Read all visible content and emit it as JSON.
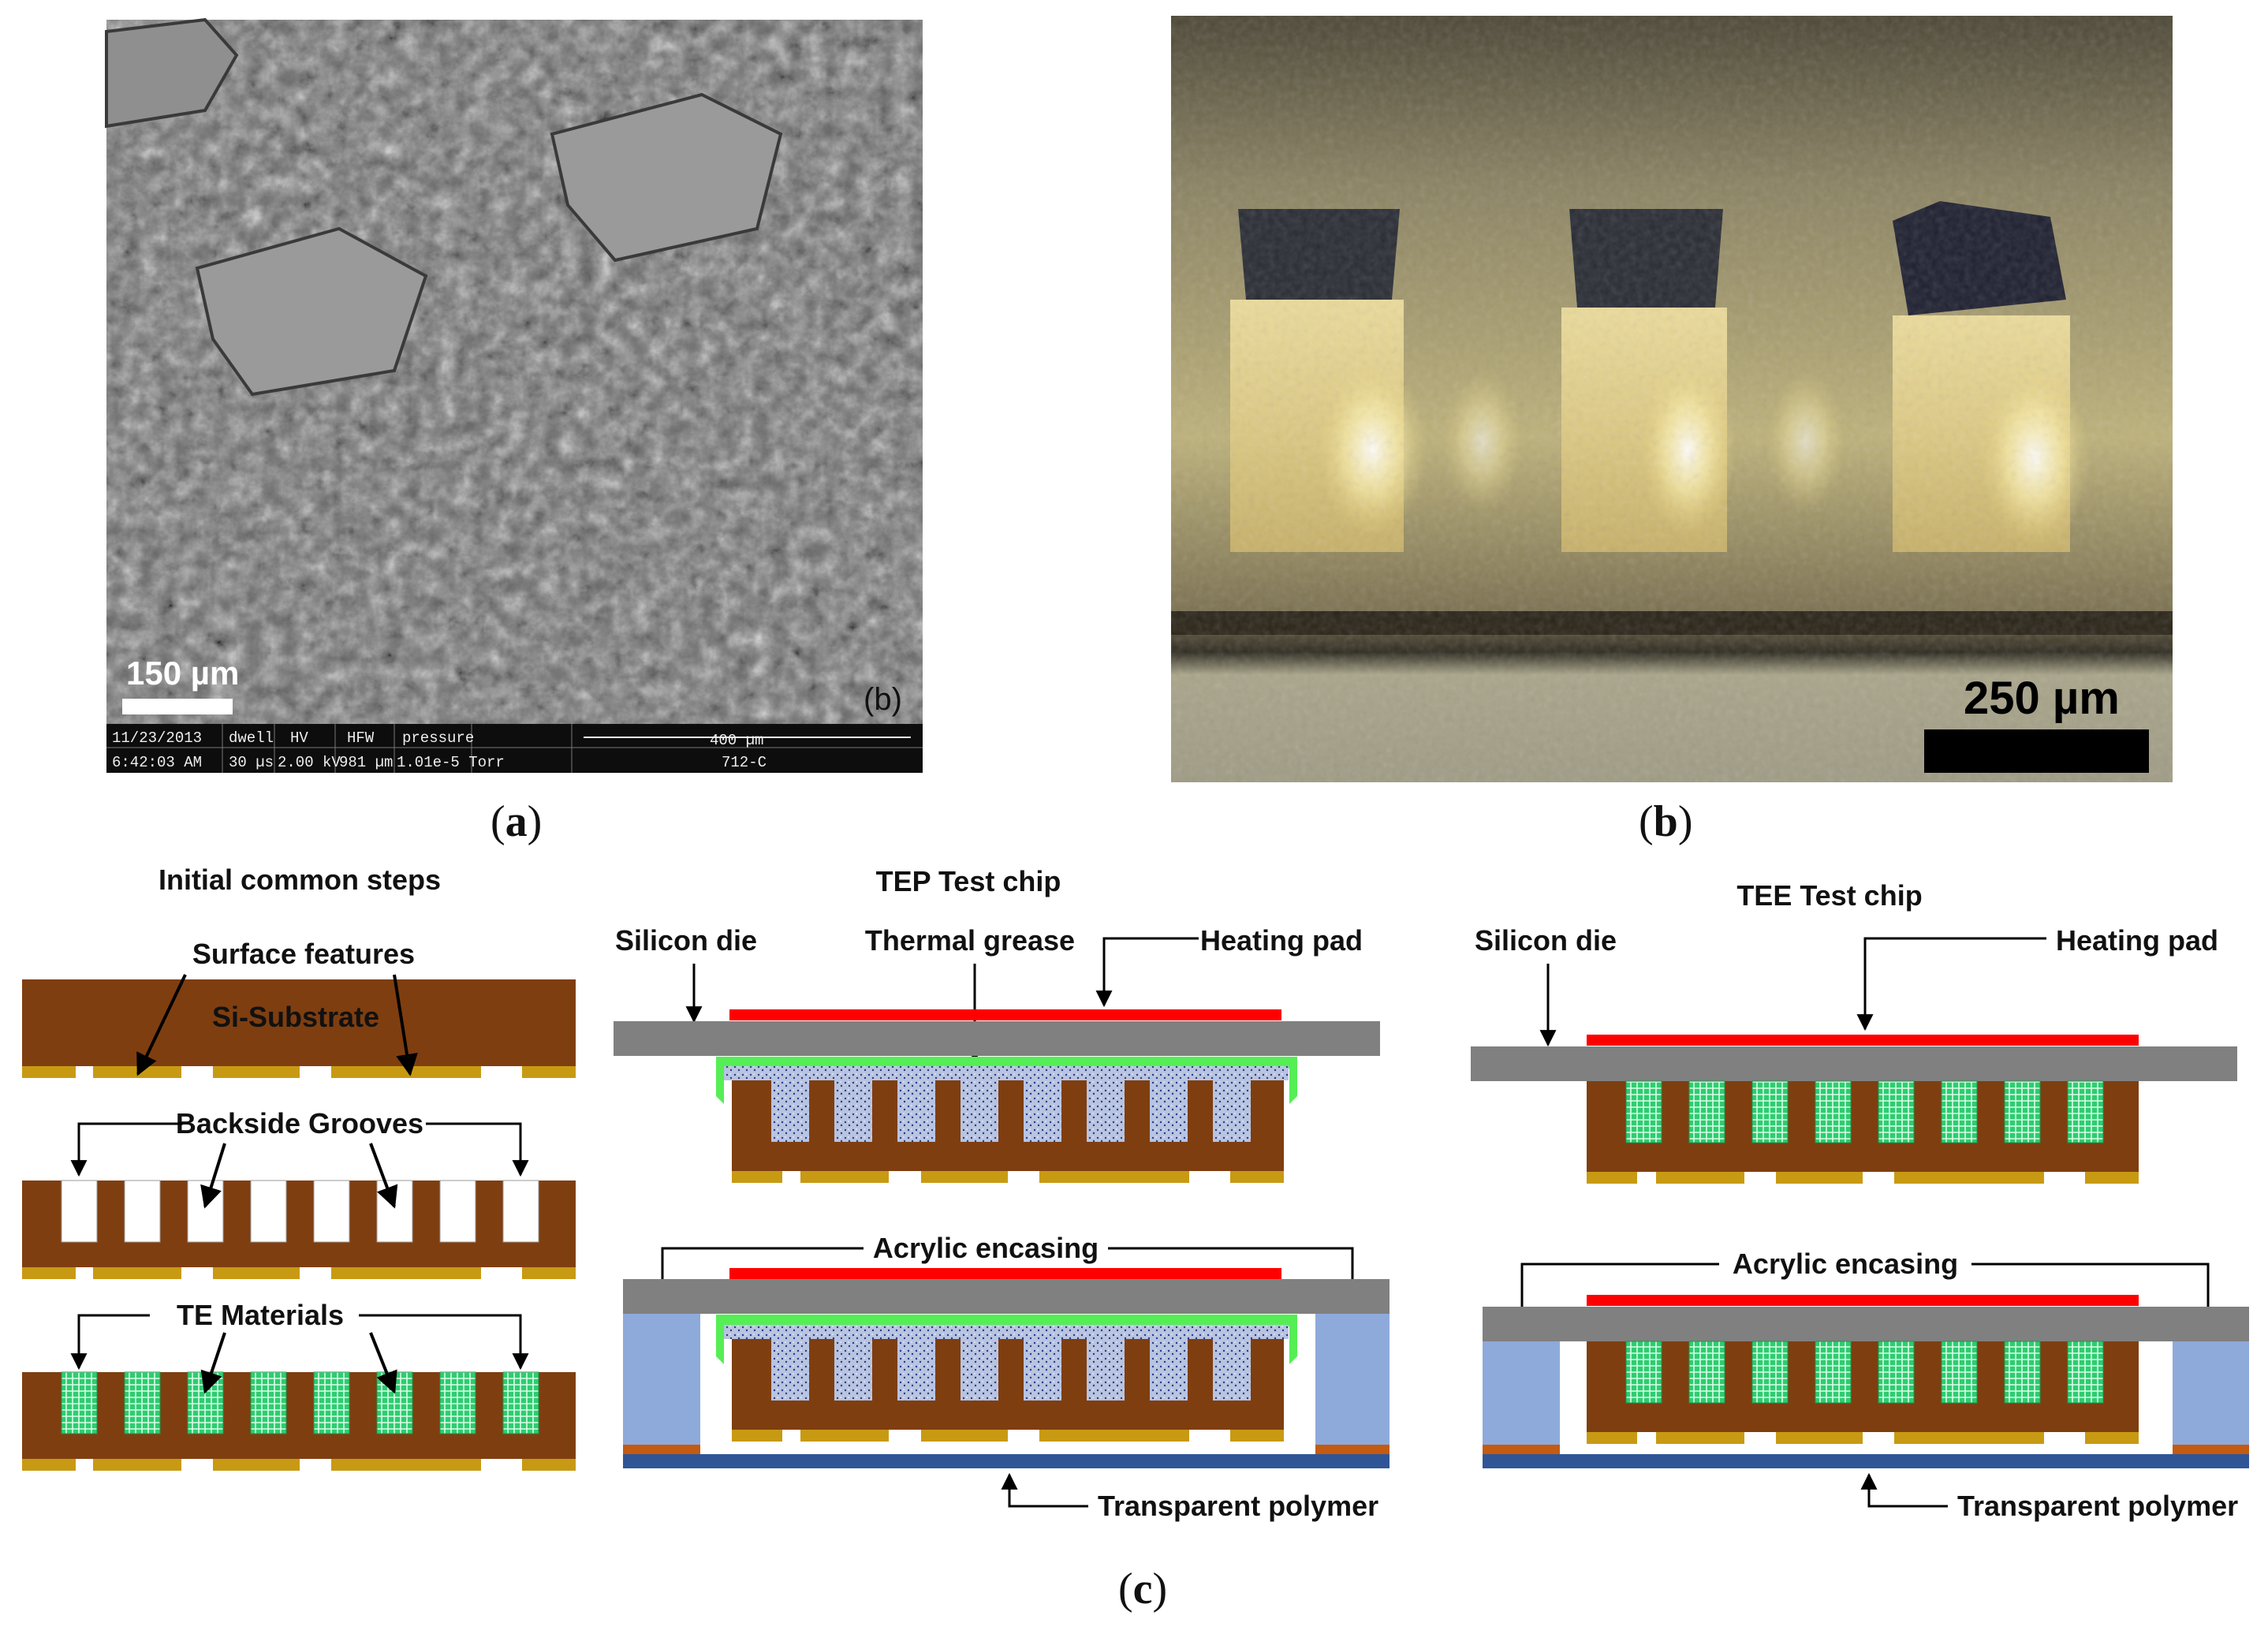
{
  "panel_a": {
    "scale_bar_label": "150 µm",
    "inset_letter": "(b)",
    "info_bar": {
      "date": "11/23/2013",
      "time": "6:42:03 AM",
      "dwell_label": "dwell",
      "dwell_value": "30 µs",
      "hv_label": "HV",
      "hv_value": "2.00 kV",
      "hfw_label": "HFW",
      "hfw_value": "981 µm",
      "pressure_label": "pressure",
      "pressure_value": "1.01e-5 Torr",
      "field_label": "400 µm",
      "sample_label": "712-C"
    },
    "caption_letter": "a"
  },
  "panel_b": {
    "scale_bar_label": "250 µm",
    "caption_letter": "b"
  },
  "panel_c": {
    "caption_letter": "c",
    "common_steps": {
      "title": "Initial common steps",
      "surface_features": "Surface features",
      "substrate": "Si-Substrate",
      "backside_grooves": "Backside Grooves",
      "te_materials": "TE Materials"
    },
    "tep": {
      "title": "TEP Test chip",
      "silicon_die": "Silicon die",
      "thermal_grease": "Thermal grease",
      "heating_pad": "Heating pad",
      "acrylic_encasing": "Acrylic encasing",
      "transparent_polymer": "Transparent polymer"
    },
    "tee": {
      "title": "TEE Test chip",
      "silicon_die": "Silicon die",
      "heating_pad": "Heating pad",
      "acrylic_encasing": "Acrylic encasing",
      "transparent_polymer": "Transparent polymer"
    }
  },
  "colors": {
    "substrate": "#7f3e10",
    "gold_pad": "#c89a13",
    "te_green": "#2ecc71",
    "silicon_gray": "#808080",
    "heating_red": "#ff0000",
    "grease_green": "#55ee55",
    "acrylic_blue": "#8eaadb",
    "polymer_blue": "#2f5597",
    "orange_base": "#c55a11"
  }
}
